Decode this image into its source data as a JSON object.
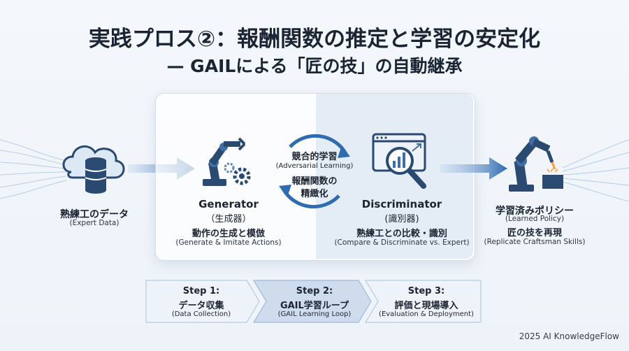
{
  "title": {
    "line1": "実践プロス②：報酬関数の推定と学習の安定化",
    "line2": "— GAILによる「匠の技」の自動継承"
  },
  "expert": {
    "label": "熟練工のデータ",
    "sub": "(Expert Data)"
  },
  "generator": {
    "name": "Generator",
    "name_jp": "（生成器）",
    "action": "動作の生成と模倣",
    "action_en": "(Generate & Imitate Actions)"
  },
  "adversarial": {
    "line1": "競合的学習",
    "line2": "(Adversarial Learning)",
    "line3": "報酬関数の",
    "line4": "精緻化"
  },
  "discriminator": {
    "name": "Discriminator",
    "name_jp": "(識別器)",
    "action": "熟練工との比較・識別",
    "action_en": "(Compare & Discriminate vs. Expert)"
  },
  "policy": {
    "label": "学習済みポリシー",
    "sub": "(Learned Policy)",
    "action": "匠の技を再現",
    "action_en": "(Replicate Craftsman Skills)"
  },
  "steps": [
    {
      "title": "Step 1:",
      "name": "データ収集",
      "en": "(Data Collection)"
    },
    {
      "title": "Step 2:",
      "name": "GAIL学習ループ",
      "en": "(GAIL Learning Loop)"
    },
    {
      "title": "Step 3:",
      "name": "評価と現場導入",
      "en": "(Evaluation & Deployment)"
    }
  ],
  "footer": "2025 AI KnowledgeFlow",
  "colors": {
    "accent": "#2f6bb0",
    "accent_dark": "#214f86",
    "panel": "#ffffff"
  }
}
